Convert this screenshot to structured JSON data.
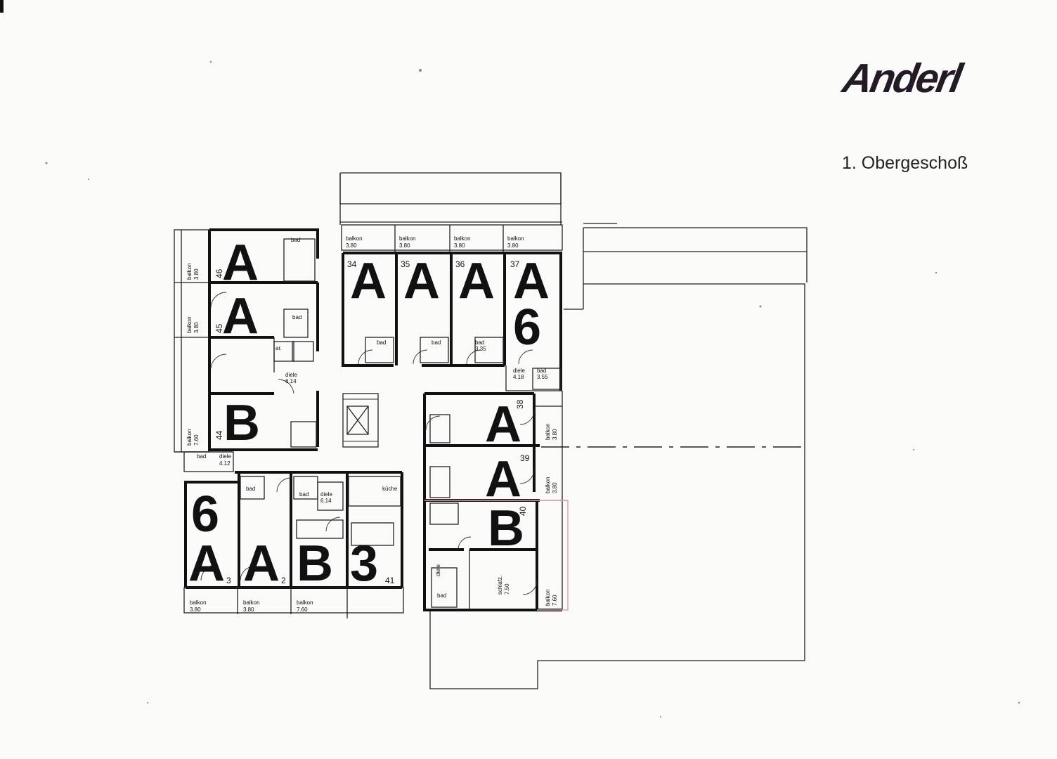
{
  "brand": {
    "logo_text": "Anderl"
  },
  "floor_title": "1. Obergeschoß",
  "apartments": {
    "a46": "A",
    "a45": "A",
    "b44": "B",
    "a6_43_num": "6",
    "a6_43_type": "A",
    "a42": "A",
    "b41": "B",
    "n41": "3",
    "a34": "A",
    "a35": "A",
    "a36": "A",
    "a37": "A",
    "n37": "6",
    "a38": "A",
    "a39": "A",
    "b40": "B"
  },
  "unit_numbers": {
    "u34": "34",
    "u35": "35",
    "u36": "36",
    "u37": "37",
    "u38": "38",
    "u39": "39",
    "u40": "40",
    "u41": "41",
    "u42": "2",
    "u43": "3",
    "u44": "44",
    "u45": "45",
    "u46": "46"
  },
  "room_labels": {
    "balkon": "balkon",
    "b_380": "3.80",
    "b_760": "7.60",
    "bad": "bad",
    "diele": "diele",
    "diele_614": "6.14",
    "diele_418": "4.18",
    "diele_412": "4.12",
    "bad_355": "3.55",
    "bad_335": "3.35",
    "kuche": "küche",
    "schlafz": "schlafz.",
    "schlafz_area": "7.50",
    "ar": "ar."
  }
}
